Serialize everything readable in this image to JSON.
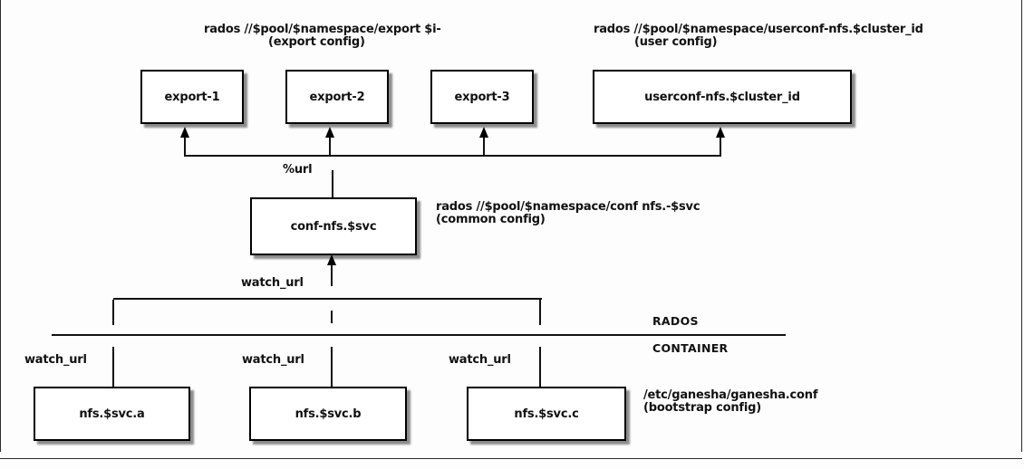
{
  "captions": {
    "export": {
      "path": "rados //$pool/$namespace/export $i-",
      "sub": "(export config)"
    },
    "user": {
      "path": "rados //$pool/$namespace/userconf-nfs.$cluster_id",
      "sub": "(user config)"
    },
    "common": {
      "path": "rados //$pool/$namespace/conf nfs.-$svc",
      "sub": "(common config)"
    },
    "bootstrap": {
      "path": "/etc/ganesha/ganesha.conf",
      "sub": "(bootstrap config)"
    }
  },
  "boxes": {
    "export1": "export-1",
    "export2": "export-2",
    "export3": "export-3",
    "userconf": "userconf-nfs.$cluster_id",
    "common": "conf-nfs.$svc",
    "daemon_a": "nfs.$svc.a",
    "daemon_b": "nfs.$svc.b",
    "daemon_c": "nfs.$svc.c"
  },
  "edge_labels": {
    "url": "%url",
    "watch_common": "watch_url",
    "watch_a": "watch_url",
    "watch_b": "watch_url",
    "watch_c": "watch_url"
  },
  "zones": {
    "above_divider": "RADOS",
    "below_divider": "CONTAINER"
  },
  "colors": {
    "line": "#111111",
    "box_border": "#000000",
    "box_fill": "#ffffff",
    "shadow": "#999999",
    "background": "#fdfdfd",
    "text": "#111111"
  }
}
